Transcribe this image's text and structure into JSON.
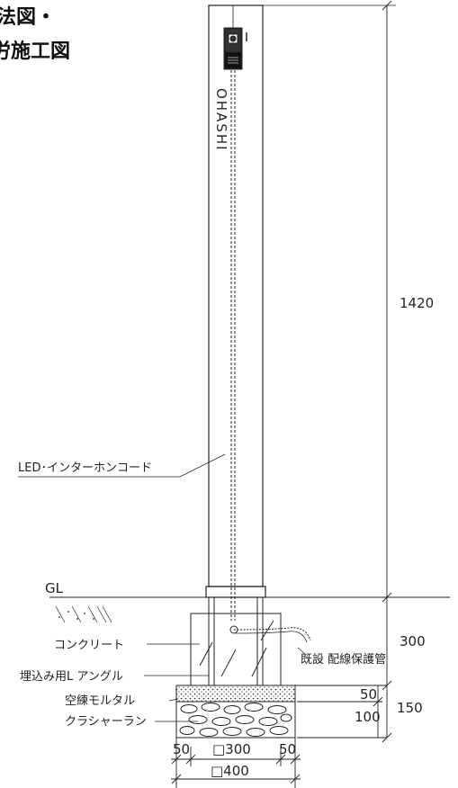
{
  "title": {
    "line1": "法図・",
    "line2": "労施工図"
  },
  "post": {
    "brand": "OHASHI"
  },
  "labels": {
    "cord": "LED･インターホンコード",
    "gl": "GL",
    "concrete": "コンクリート",
    "angle": "埋込み用L アングル",
    "mortar": "空練モルタル",
    "crusher": "クラシャーラン",
    "conduit": "既設 配線保護管"
  },
  "dimensions": {
    "height_above_gl": "1420",
    "embed_depth": "300",
    "mortar_thickness": "50",
    "crusher_thickness": "100",
    "base_total": "150",
    "side_left": "50",
    "side_right": "50",
    "inner_width": "□300",
    "outer_width": "□400"
  },
  "colors": {
    "line": "#222222",
    "background": "#ffffff"
  }
}
